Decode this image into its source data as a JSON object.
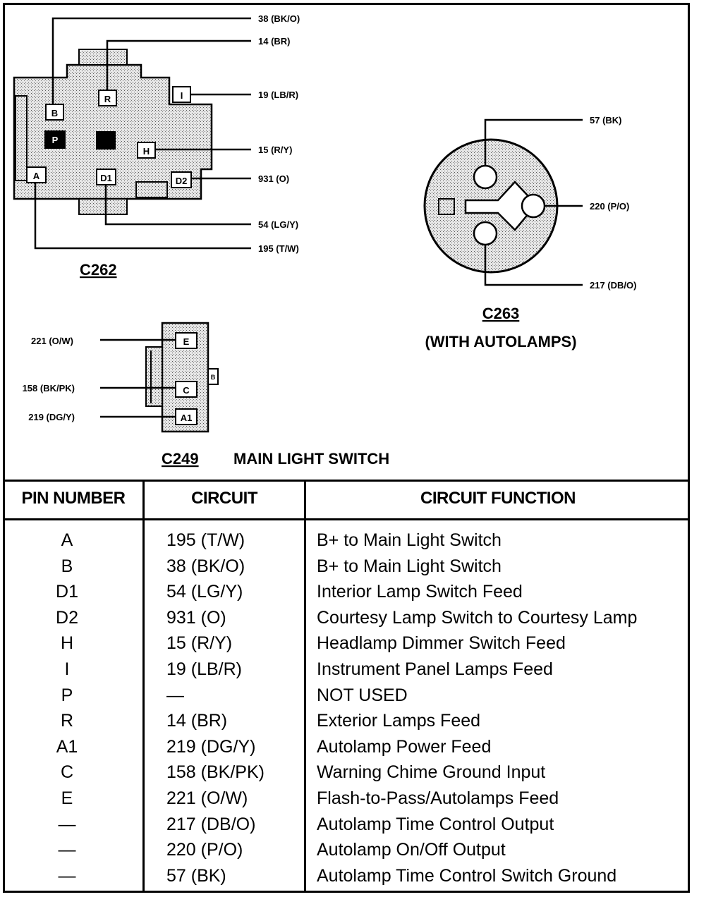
{
  "diagram": {
    "c262": {
      "title": "C262",
      "wire_labels": [
        "38 (BK/O)",
        "14 (BR)",
        "19 (LB/R)",
        "15 (R/Y)",
        "931 (O)",
        "54 (LG/Y)",
        "195 (T/W)"
      ],
      "pins": [
        "B",
        "R",
        "I",
        "P",
        "H",
        "A",
        "D1",
        "D2"
      ]
    },
    "c263": {
      "title": "C263",
      "subtitle": "(WITH AUTOLAMPS)",
      "wire_labels": [
        "57 (BK)",
        "220 (P/O)",
        "217 (DB/O)"
      ]
    },
    "c249": {
      "title": "C249",
      "subtitle": "MAIN LIGHT SWITCH",
      "wire_labels": [
        "221 (O/W)",
        "158 (BK/PK)",
        "219 (DG/Y)"
      ],
      "pins": [
        "E",
        "C",
        "A1",
        "B"
      ]
    }
  },
  "table": {
    "headers": [
      "PIN NUMBER",
      "CIRCUIT",
      "CIRCUIT FUNCTION"
    ],
    "rows": [
      {
        "pin": "A",
        "circuit": "195 (T/W)",
        "function": "B+ to Main Light Switch"
      },
      {
        "pin": "B",
        "circuit": "38 (BK/O)",
        "function": "B+ to Main Light Switch"
      },
      {
        "pin": "D1",
        "circuit": "54 (LG/Y)",
        "function": "Interior Lamp Switch Feed"
      },
      {
        "pin": "D2",
        "circuit": "931 (O)",
        "function": "Courtesy Lamp Switch to Courtesy Lamp"
      },
      {
        "pin": "H",
        "circuit": "15 (R/Y)",
        "function": "Headlamp Dimmer Switch Feed"
      },
      {
        "pin": "I",
        "circuit": "19 (LB/R)",
        "function": "Instrument Panel Lamps Feed"
      },
      {
        "pin": "P",
        "circuit": "—",
        "function": "NOT USED"
      },
      {
        "pin": "R",
        "circuit": "14 (BR)",
        "function": "Exterior Lamps Feed"
      },
      {
        "pin": "A1",
        "circuit": "219 (DG/Y)",
        "function": "Autolamp Power Feed"
      },
      {
        "pin": "C",
        "circuit": "158 (BK/PK)",
        "function": "Warning Chime Ground Input"
      },
      {
        "pin": "E",
        "circuit": "221 (O/W)",
        "function": "Flash-to-Pass/Autolamps Feed"
      },
      {
        "pin": "—",
        "circuit": "217 (DB/O)",
        "function": "Autolamp Time Control Output"
      },
      {
        "pin": "—",
        "circuit": "220 (P/O)",
        "function": "Autolamp On/Off Output"
      },
      {
        "pin": "—",
        "circuit": "57 (BK)",
        "function": "Autolamp Time Control Switch Ground"
      }
    ]
  }
}
